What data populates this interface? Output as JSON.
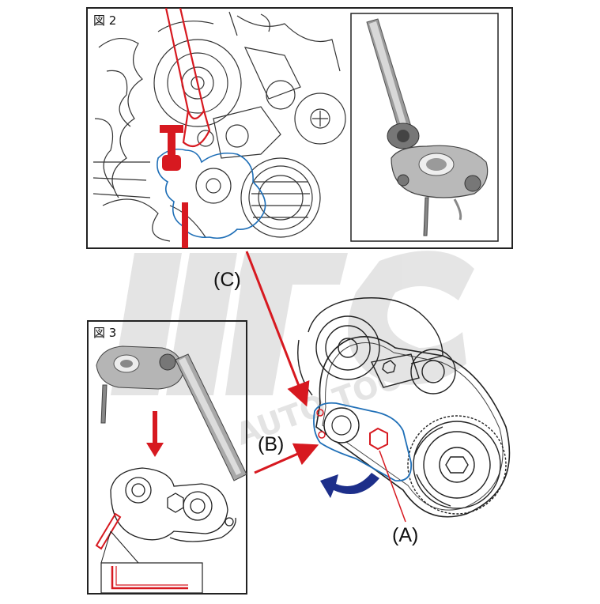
{
  "figure2": {
    "label": "図 2"
  },
  "figure3": {
    "label": "図 3"
  },
  "callouts": {
    "a": "(A)",
    "b": "(B)",
    "c": "(C)"
  },
  "watermark": {
    "text": "AUTO TOOLS"
  },
  "colors": {
    "tool_red": "#d71920",
    "tensioner_blue": "#1f6fb7",
    "rotation_arrow": "#1d2f8a",
    "line": "#222222"
  },
  "icons": {
    "rotation": "curved-rotation-arrow-icon",
    "pointer": "red-pointer-arrow-icon"
  }
}
